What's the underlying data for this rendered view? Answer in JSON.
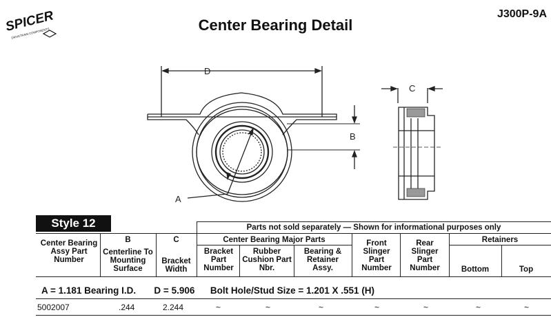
{
  "header": {
    "brand": "SPICER",
    "brand_sub": "DRIVETRAIN COMPONENTS",
    "title": "Center Bearing Detail",
    "doc_id": "J300P-9A"
  },
  "drawing": {
    "label_d": "D",
    "label_b": "B",
    "label_a": "A",
    "label_c": "C"
  },
  "style_label": "Style 12",
  "table": {
    "banner": "Parts not sold separately — Shown for informational purposes only",
    "col_center": "Center Bearing Assy Part Number",
    "col_b_letter": "B",
    "col_b": "Centerline To Mounting Surface",
    "col_c_letter": "C",
    "col_c": "Bracket Width",
    "group_major": "Center Bearing Major Parts",
    "col_bracket": "Bracket Part Number",
    "col_rubber": "Rubber Cushion Part Nbr.",
    "col_bearing": "Bearing & Retainer Assy.",
    "col_front": "Front Slinger Part Number",
    "col_rear": "Rear Slinger Part Number",
    "group_retainers": "Retainers",
    "col_bottom": "Bottom",
    "col_top": "Top",
    "info_line": "A = 1.181 Bearing I.D.       D = 5.906      Bolt Hole/Stud Size = 1.201 X .551 (H)",
    "rows": [
      {
        "part": "5002007",
        "b": ".244",
        "c": "2.244",
        "bracket": "~",
        "rubber": "~",
        "bearing": "~",
        "front": "~",
        "rear": "~",
        "bottom": "~",
        "top": "~"
      }
    ]
  }
}
